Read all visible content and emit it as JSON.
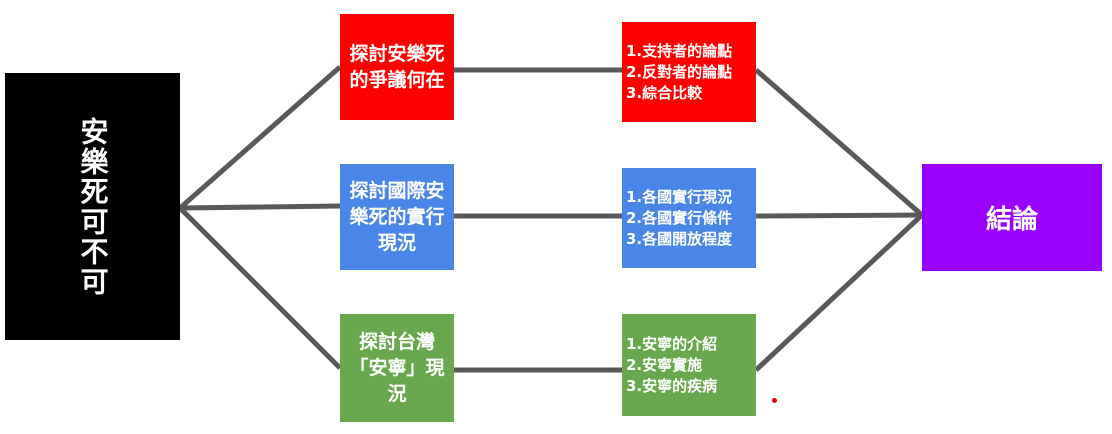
{
  "main_topic": "安樂死可不可",
  "topics": [
    {
      "label": "探討安樂死的爭議何在",
      "details": "1.支持者的論點\n2.反對者的論點\n3.綜合比較",
      "color": "#ff0000"
    },
    {
      "label": "探討國際安樂死的實行現況",
      "details": "1.各國實行現況\n2.各國實行條件\n3.各國開放程度",
      "color": "#4a86e8"
    },
    {
      "label": "探討台灣「安寧」現況",
      "details": "1.安寧的介紹\n2.安寧實施\n3.安寧的疾病",
      "color": "#6aa84f"
    }
  ],
  "conclusion": "結論"
}
